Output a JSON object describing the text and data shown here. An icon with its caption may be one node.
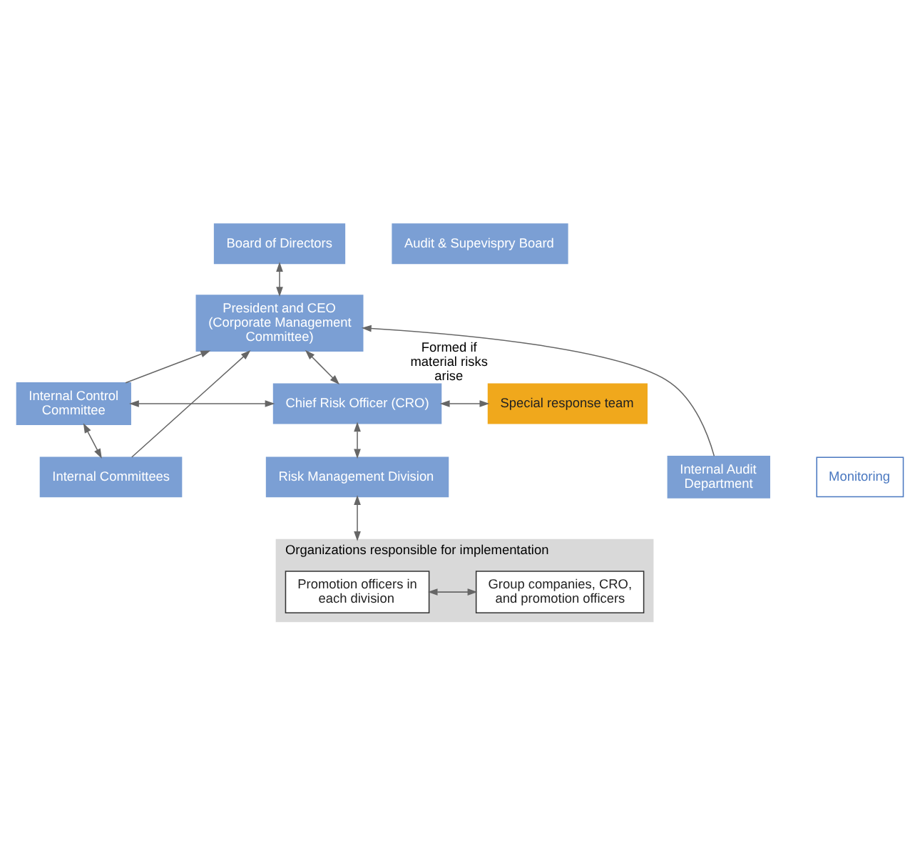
{
  "diagram": {
    "nodes": [
      {
        "text": [
          "Board of Directors"
        ]
      },
      {
        "text": [
          "Audit & Supevispry Board"
        ]
      },
      {
        "text": [
          "President and CEO (Corporate Management Committee)"
        ]
      },
      {
        "text": [
          "Internal Control Committee"
        ]
      },
      {
        "text": [
          "Chief Risk Officer (CRO)"
        ]
      },
      {
        "text": [
          "Special response team"
        ],
        "beside": [
          "Formed if material risks arise"
        ]
      },
      {
        "text": [
          "Internal Committees"
        ]
      },
      {
        "text": [
          "Internal Audit Department"
        ]
      },
      {
        "text": [
          "Risk Management Division"
        ]
      },
      {
        "text": [
          "Monitoring"
        ]
      },
      {
        "text": [
          "Organizations responsible for implementation"
        ]
      },
      {
        "text": [
          "Promotion officers in each division"
        ],
        "in": 10
      },
      {
        "text": [
          "Group companies, CRO, and promotion officers"
        ],
        "in": 10
      }
    ],
    "edges": [
      {
        "from": 0,
        "to": 2,
        "arrow": "both"
      },
      {
        "from": 2,
        "to": 4,
        "arrow": "both"
      },
      {
        "from": 3,
        "to": 2,
        "arrow": "to"
      },
      {
        "from": 3,
        "to": 4,
        "arrow": "both"
      },
      {
        "from": 4,
        "to": 5,
        "arrow": "both"
      },
      {
        "from": 3,
        "to": 6,
        "arrow": "both"
      },
      {
        "from": 6,
        "to": 2,
        "arrow": "to"
      },
      {
        "from": 7,
        "to": 2,
        "arrow": "to"
      },
      {
        "from": 4,
        "to": 8,
        "arrow": "both"
      },
      {
        "from": 8,
        "to": 10,
        "arrow": "both"
      },
      {
        "from": 11,
        "to": 12,
        "arrow": "both"
      }
    ]
  }
}
